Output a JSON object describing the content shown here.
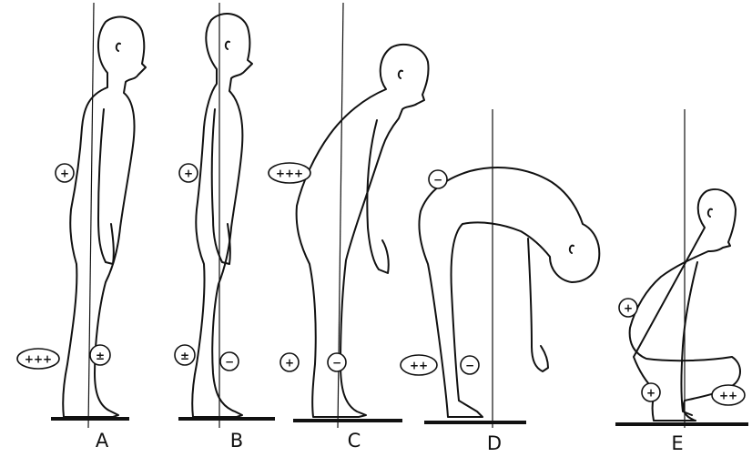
{
  "panels": [
    {
      "label": "A",
      "marks": [
        "+",
        "+++",
        "±"
      ]
    },
    {
      "label": "B",
      "marks": [
        "+",
        "±",
        "−"
      ]
    },
    {
      "label": "C",
      "marks": [
        "+++",
        "+",
        "−"
      ]
    },
    {
      "label": "D",
      "marks": [
        "−",
        "++",
        "−"
      ]
    },
    {
      "label": "E",
      "marks": [
        "+",
        "+",
        "++"
      ]
    }
  ]
}
